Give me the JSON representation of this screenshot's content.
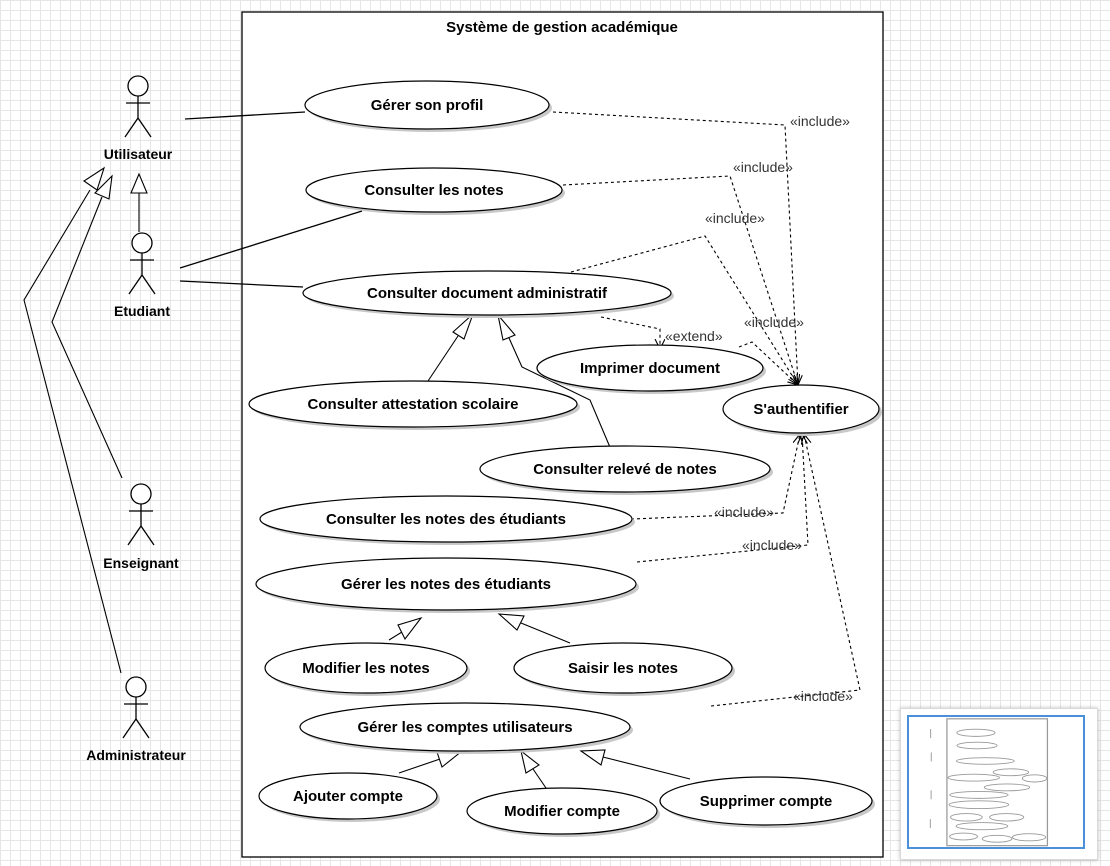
{
  "system": {
    "title": "Système de gestion académique"
  },
  "actors": {
    "utilisateur": "Utilisateur",
    "etudiant": "Etudiant",
    "enseignant": "Enseignant",
    "administrateur": "Administrateur"
  },
  "use_cases": {
    "gerer_profil": "Gérer son profil",
    "consulter_notes": "Consulter les notes",
    "consulter_document": "Consulter document administratif",
    "imprimer_document": "Imprimer document",
    "sauthentifier": "S'authentifier",
    "consulter_attestation": "Consulter attestation scolaire",
    "consulter_releve": "Consulter relevé de notes",
    "consulter_notes_etudiants": "Consulter les notes des étudiants",
    "gerer_notes_etudiants": "Gérer les notes des étudiants",
    "modifier_notes": "Modifier les notes",
    "saisir_notes": "Saisir les notes",
    "gerer_comptes": "Gérer les comptes utilisateurs",
    "ajouter_compte": "Ajouter compte",
    "modifier_compte": "Modifier compte",
    "supprimer_compte": "Supprimer compte"
  },
  "stereotypes": {
    "include": "«include»",
    "extend": "«extend»"
  },
  "colors": {
    "grid": "#e6e6e6",
    "shadow": "#c8c8c8",
    "minimap_viewport": "#4a90d9"
  }
}
